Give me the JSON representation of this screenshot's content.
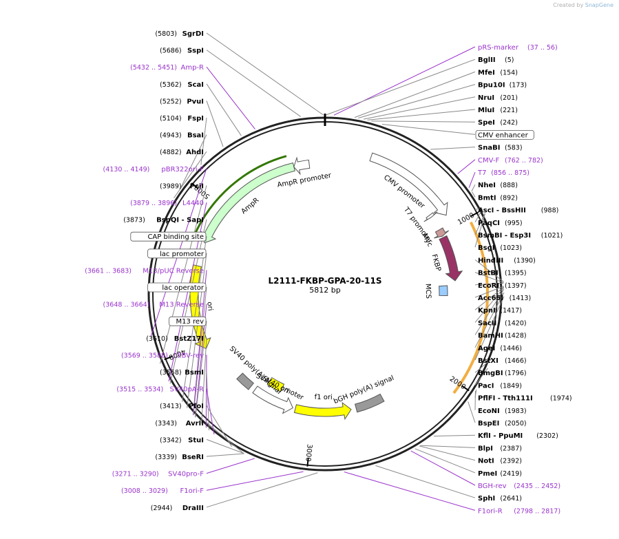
{
  "watermark": {
    "prefix": "Created by",
    "brand": "SnapGene"
  },
  "plasmid": {
    "name": "L2111-FKBP-GPA-20-11S",
    "length_label": "5812 bp",
    "length": 5812
  },
  "colors": {
    "enzyme": "#000000",
    "primer": "#9933cc",
    "backbone": "#222222",
    "ampr": "#ccffcc",
    "ori": "#ffff00",
    "cmv": "#ffffff",
    "fkbp": "#993366",
    "grey": "#999999",
    "orange_highlight": "#f0a020",
    "green_highlight": "#337700",
    "feature_box_blue": "#99cccc",
    "feature_box_pink": "#dd99dd"
  },
  "ticks": [
    {
      "label": "1000",
      "pos": 1000
    },
    {
      "label": "2000",
      "pos": 2000
    },
    {
      "label": "3000",
      "pos": 3000
    },
    {
      "label": "4000",
      "pos": 4000
    },
    {
      "label": "5000",
      "pos": 5000
    }
  ],
  "right_labels": [
    {
      "kind": "primer",
      "name": "pRS-marker",
      "coord": "(37 .. 56)",
      "pos": 46
    },
    {
      "kind": "enzyme",
      "name": "BglII",
      "coord": "(5)",
      "pos": 5
    },
    {
      "kind": "enzyme",
      "name": "MfeI",
      "coord": "(154)",
      "pos": 154
    },
    {
      "kind": "enzyme",
      "name": "Bpu10I",
      "coord": "(173)",
      "pos": 173
    },
    {
      "kind": "enzyme",
      "name": "NruI",
      "coord": "(201)",
      "pos": 201
    },
    {
      "kind": "enzyme",
      "name": "MluI",
      "coord": "(221)",
      "pos": 221
    },
    {
      "kind": "enzyme",
      "name": "SpeI",
      "coord": "(242)",
      "pos": 242
    },
    {
      "kind": "feature",
      "name": "CMV enhancer",
      "coord": "",
      "pos": 300
    },
    {
      "kind": "enzyme",
      "name": "SnaBI",
      "coord": "(583)",
      "pos": 583
    },
    {
      "kind": "primer",
      "name": "CMV-F",
      "coord": "(762 .. 782)",
      "pos": 772
    },
    {
      "kind": "primer",
      "name": "T7",
      "coord": "(856 .. 875)",
      "pos": 865
    },
    {
      "kind": "enzyme",
      "name": "NheI",
      "coord": "(888)",
      "pos": 888
    },
    {
      "kind": "enzyme",
      "name": "BmtI",
      "coord": "(892)",
      "pos": 892
    },
    {
      "kind": "enzyme",
      "name": "AscI - BssHII",
      "coord": "(988)",
      "pos": 988
    },
    {
      "kind": "enzyme",
      "name": "PaqCI",
      "coord": "(995)",
      "pos": 995
    },
    {
      "kind": "enzyme",
      "name": "BsmBI - Esp3I",
      "coord": "(1021)",
      "pos": 1021
    },
    {
      "kind": "enzyme",
      "name": "BsgI",
      "coord": "(1023)",
      "pos": 1023
    },
    {
      "kind": "enzyme",
      "name": "HindIII",
      "coord": "(1390)",
      "pos": 1390
    },
    {
      "kind": "enzyme",
      "name": "BstBI",
      "coord": "(1395)",
      "pos": 1395
    },
    {
      "kind": "enzyme",
      "name": "EcoRI",
      "coord": "(1397)",
      "pos": 1397
    },
    {
      "kind": "enzyme",
      "name": "Acc65I",
      "coord": "(1413)",
      "pos": 1413
    },
    {
      "kind": "enzyme",
      "name": "KpnI",
      "coord": "(1417)",
      "pos": 1417
    },
    {
      "kind": "enzyme",
      "name": "SacII",
      "coord": "(1420)",
      "pos": 1420
    },
    {
      "kind": "enzyme",
      "name": "BamHI",
      "coord": "(1428)",
      "pos": 1428
    },
    {
      "kind": "enzyme",
      "name": "AgeI",
      "coord": "(1446)",
      "pos": 1446
    },
    {
      "kind": "enzyme",
      "name": "BstXI",
      "coord": "(1466)",
      "pos": 1466
    },
    {
      "kind": "enzyme",
      "name": "BmgBI",
      "coord": "(1796)",
      "pos": 1796
    },
    {
      "kind": "enzyme",
      "name": "PacI",
      "coord": "(1849)",
      "pos": 1849
    },
    {
      "kind": "enzyme",
      "name": "PflFI - Tth111I",
      "coord": "(1974)",
      "pos": 1974
    },
    {
      "kind": "enzyme",
      "name": "EcoNI",
      "coord": "(1983)",
      "pos": 1983
    },
    {
      "kind": "enzyme",
      "name": "BspEI",
      "coord": "(2050)",
      "pos": 2050
    },
    {
      "kind": "enzyme",
      "name": "KflI - PpuMI",
      "coord": "(2302)",
      "pos": 2302
    },
    {
      "kind": "enzyme",
      "name": "BlpI",
      "coord": "(2387)",
      "pos": 2387
    },
    {
      "kind": "enzyme",
      "name": "NotI",
      "coord": "(2392)",
      "pos": 2392
    },
    {
      "kind": "enzyme",
      "name": "PmeI",
      "coord": "(2419)",
      "pos": 2419
    },
    {
      "kind": "primer",
      "name": "BGH-rev",
      "coord": "(2435 .. 2452)",
      "pos": 2443
    },
    {
      "kind": "enzyme",
      "name": "SphI",
      "coord": "(2641)",
      "pos": 2641
    },
    {
      "kind": "primer",
      "name": "F1ori-R",
      "coord": "(2798 .. 2817)",
      "pos": 2807
    }
  ],
  "left_labels": [
    {
      "kind": "enzyme",
      "name": "SgrDI",
      "coord": "(5803)",
      "pos": 5803
    },
    {
      "kind": "enzyme",
      "name": "SspI",
      "coord": "(5686)",
      "pos": 5686
    },
    {
      "kind": "primer",
      "name": "Amp-R",
      "coord": "(5432 .. 5451)",
      "pos": 5441
    },
    {
      "kind": "enzyme",
      "name": "ScaI",
      "coord": "(5362)",
      "pos": 5362
    },
    {
      "kind": "enzyme",
      "name": "PvuI",
      "coord": "(5252)",
      "pos": 5252
    },
    {
      "kind": "enzyme",
      "name": "FspI",
      "coord": "(5104)",
      "pos": 5104
    },
    {
      "kind": "enzyme",
      "name": "BsaI",
      "coord": "(4943)",
      "pos": 4943
    },
    {
      "kind": "enzyme",
      "name": "AhdI",
      "coord": "(4882)",
      "pos": 4882
    },
    {
      "kind": "primer",
      "name": "pBR322ori-F",
      "coord": "(4130 .. 4149)",
      "pos": 4139
    },
    {
      "kind": "enzyme",
      "name": "PciI",
      "coord": "(3989)",
      "pos": 3989
    },
    {
      "kind": "primer",
      "name": "L4440",
      "coord": "(3879 .. 3896)",
      "pos": 3887
    },
    {
      "kind": "enzyme",
      "name": "BspQI - SapI",
      "coord": "(3873)",
      "pos": 3873
    },
    {
      "kind": "feature",
      "name": "CAP binding site",
      "coord": "",
      "pos": 3760
    },
    {
      "kind": "feature",
      "name": "lac promoter",
      "coord": "",
      "pos": 3720
    },
    {
      "kind": "primer",
      "name": "M13/pUC Reverse",
      "coord": "(3661 .. 3683)",
      "pos": 3672
    },
    {
      "kind": "feature",
      "name": "lac operator",
      "coord": "",
      "pos": 3670
    },
    {
      "kind": "primer",
      "name": "M13 Reverse",
      "coord": "(3648 .. 3664)",
      "pos": 3656
    },
    {
      "kind": "feature",
      "name": "M13 rev",
      "coord": "",
      "pos": 3655
    },
    {
      "kind": "enzyme",
      "name": "BstZ17I",
      "coord": "(3610)",
      "pos": 3610
    },
    {
      "kind": "primer",
      "name": "EBV-rev",
      "coord": "(3569 .. 3588)",
      "pos": 3578
    },
    {
      "kind": "enzyme",
      "name": "BsmI",
      "coord": "(3558)",
      "pos": 3558
    },
    {
      "kind": "primer",
      "name": "SV40pA-R",
      "coord": "(3515 .. 3534)",
      "pos": 3524
    },
    {
      "kind": "enzyme",
      "name": "PfoI",
      "coord": "(3413)",
      "pos": 3413
    },
    {
      "kind": "enzyme",
      "name": "AvrII",
      "coord": "(3343)",
      "pos": 3343
    },
    {
      "kind": "enzyme",
      "name": "StuI",
      "coord": "(3342)",
      "pos": 3342
    },
    {
      "kind": "enzyme",
      "name": "BseRI",
      "coord": "(3339)",
      "pos": 3339
    },
    {
      "kind": "primer",
      "name": "SV40pro-F",
      "coord": "(3271 .. 3290)",
      "pos": 3280
    },
    {
      "kind": "primer",
      "name": "F1ori-F",
      "coord": "(3008 .. 3029)",
      "pos": 3018
    },
    {
      "kind": "enzyme",
      "name": "DraIII",
      "coord": "(2944)",
      "pos": 2944
    }
  ],
  "features": [
    {
      "name": "CMV promoter",
      "start": 300,
      "end": 920,
      "ring": 1,
      "dir": 1,
      "color": "#ffffff"
    },
    {
      "name": "T7 promoter",
      "start": 856,
      "end": 875,
      "ring": 2,
      "dir": 1,
      "color": "#ffffff"
    },
    {
      "name": "Myc",
      "start": 980,
      "end": 1030,
      "ring": 2,
      "dir": 1,
      "color": "#cc9999"
    },
    {
      "name": "FKBP",
      "start": 1040,
      "end": 1360,
      "ring": 2,
      "dir": 1,
      "color": "#993366"
    },
    {
      "name": "MCS",
      "start": 1390,
      "end": 1466,
      "ring": 3,
      "dir": 0,
      "color": "#99ccff"
    },
    {
      "name": "bGH poly(A) signal",
      "start": 2440,
      "end": 2660,
      "ring": 3,
      "dir": 0,
      "color": "#999999"
    },
    {
      "name": "f1 ori",
      "start": 2700,
      "end": 3140,
      "ring": 3,
      "dir": -1,
      "color": "#ffff00"
    },
    {
      "name": "SV40 promoter",
      "start": 3160,
      "end": 3490,
      "ring": 3,
      "dir": -1,
      "color": "#ffffff"
    },
    {
      "name": "SV40 ori",
      "start": 3300,
      "end": 3430,
      "ring": 4,
      "dir": 0,
      "color": "#ffff00"
    },
    {
      "name": "SV40 poly(A) signal",
      "start": 3530,
      "end": 3650,
      "ring": 3,
      "dir": 0,
      "color": "#999999"
    },
    {
      "name": "ori",
      "start": 3960,
      "end": 4560,
      "ring": 2,
      "dir": -1,
      "color": "#ffff00"
    },
    {
      "name": "AmpR",
      "start": 4730,
      "end": 5590,
      "ring": 2,
      "dir": -1,
      "color": "#ccffcc"
    },
    {
      "name": "AmpR promoter",
      "start": 5590,
      "end": 5700,
      "ring": 2,
      "dir": -1,
      "color": "#ffffff"
    }
  ]
}
